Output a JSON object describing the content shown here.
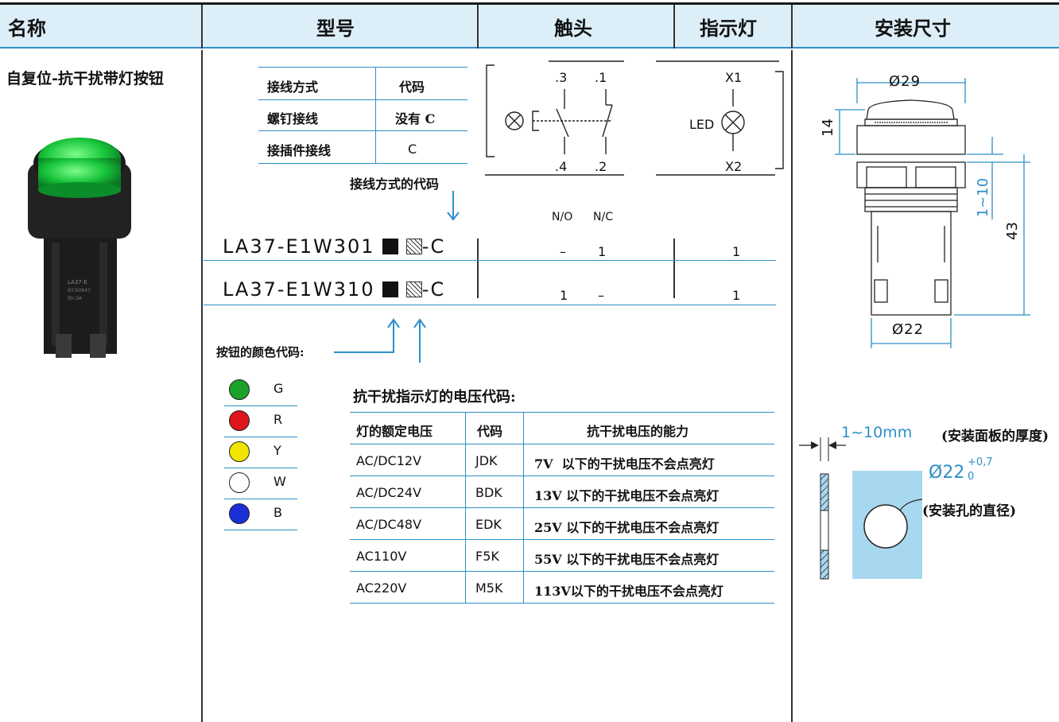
{
  "header": {
    "name": "名称",
    "model": "型号",
    "contact": "触头",
    "indicator": "指示灯",
    "dimension": "安装尺寸"
  },
  "product": {
    "name": "自复位-抗干扰带灯按钮"
  },
  "wiring_table": {
    "headers": [
      "接线方式",
      "代码"
    ],
    "rows": [
      [
        "螺钉接线",
        "没有 C"
      ],
      [
        "接插件接线",
        "C"
      ]
    ],
    "caption": "接线方式的代码"
  },
  "models": [
    {
      "prefix": "LA37-E1W301",
      "suffix": "-C",
      "no": "–",
      "nc": "1",
      "lamp": "1"
    },
    {
      "prefix": "LA37-E1W310",
      "suffix": "-C",
      "no": "1",
      "nc": "–",
      "lamp": "1"
    }
  ],
  "contact_diagram": {
    "t1": ".3",
    "t2": ".1",
    "t3": ".4",
    "t4": ".2",
    "no_label": "N/O",
    "nc_label": "N/C"
  },
  "indicator_diagram": {
    "x1": "X1",
    "x2": "X2",
    "led": "LED"
  },
  "color_code": {
    "label": "按钮的颜色代码:",
    "items": [
      {
        "code": "G",
        "color": "#1aa12a"
      },
      {
        "code": "R",
        "color": "#e0141c"
      },
      {
        "code": "Y",
        "color": "#f2e600"
      },
      {
        "code": "W",
        "color": "#ffffff"
      },
      {
        "code": "B",
        "color": "#1a2fd6"
      }
    ]
  },
  "voltage_table": {
    "title": "抗干扰指示灯的电压代码:",
    "headers": [
      "灯的额定电压",
      "代码",
      "抗干扰电压的能力"
    ],
    "rows": [
      [
        "AC/DC12V",
        "JDK",
        "7V  以下的干扰电压不会点亮灯"
      ],
      [
        "AC/DC24V",
        "BDK",
        "13V 以下的干扰电压不会点亮灯"
      ],
      [
        "AC/DC48V",
        "EDK",
        "25V 以下的干扰电压不会点亮灯"
      ],
      [
        "AC110V",
        "F5K",
        "55V 以下的干扰电压不会点亮灯"
      ],
      [
        "AC220V",
        "M5K",
        "113V以下的干扰电压不会点亮灯"
      ]
    ]
  },
  "dimensions": {
    "d29": "Ø29",
    "h14": "14",
    "r110": "1~10",
    "h43": "43",
    "d22": "Ø22",
    "panel": "1~10mm",
    "panel_note": "(安装面板的厚度)",
    "hole": "Ø22",
    "tol_up": "+0,7",
    "tol_dn": "0",
    "hole_note": "(安装孔的直径)"
  },
  "colors": {
    "accent": "#2d8fc9",
    "header_bg": "#dceef8",
    "panel_fill": "#a8d8f0"
  }
}
